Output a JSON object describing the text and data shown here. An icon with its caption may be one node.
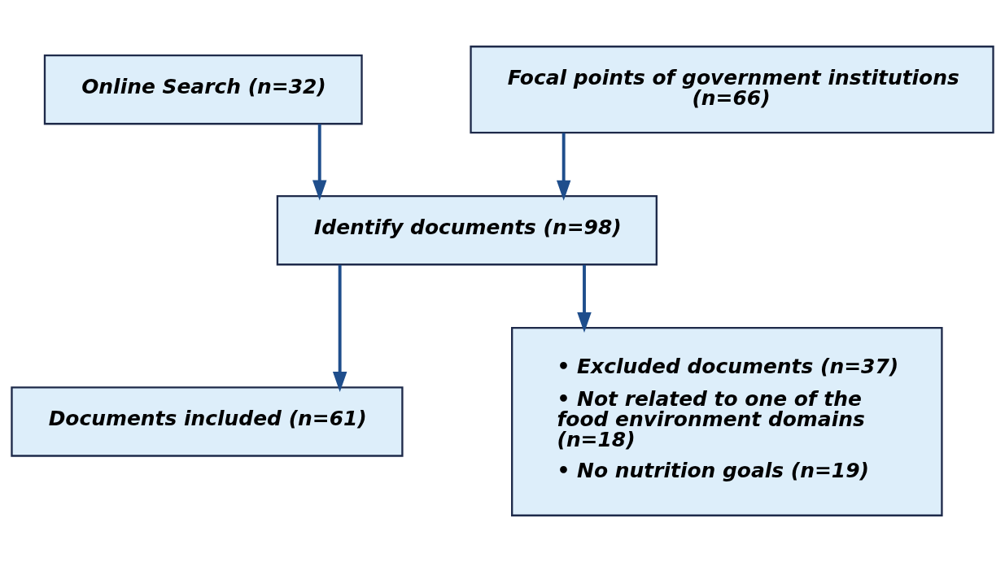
{
  "diagram": {
    "nodes": [
      {
        "text": [
          "Online Search (n=32)"
        ]
      },
      {
        "text": [
          "Focal points of government institutions (n=66)"
        ]
      },
      {
        "text": [
          "Identify documents (n=98)"
        ]
      },
      {
        "text": [
          "• Excluded documents (n=37)",
          "• Not related to one of the food environment domains (n=18)",
          "• No nutrition goals (n=19)"
        ]
      },
      {
        "text": [
          "Documents included (n=61)"
        ]
      }
    ],
    "edges": [
      {
        "from": 0,
        "to": 2,
        "arrow": "to"
      },
      {
        "from": 1,
        "to": 2,
        "arrow": "to"
      },
      {
        "from": 2,
        "to": 4,
        "arrow": "to"
      },
      {
        "from": 2,
        "to": 3,
        "arrow": "to"
      }
    ]
  }
}
